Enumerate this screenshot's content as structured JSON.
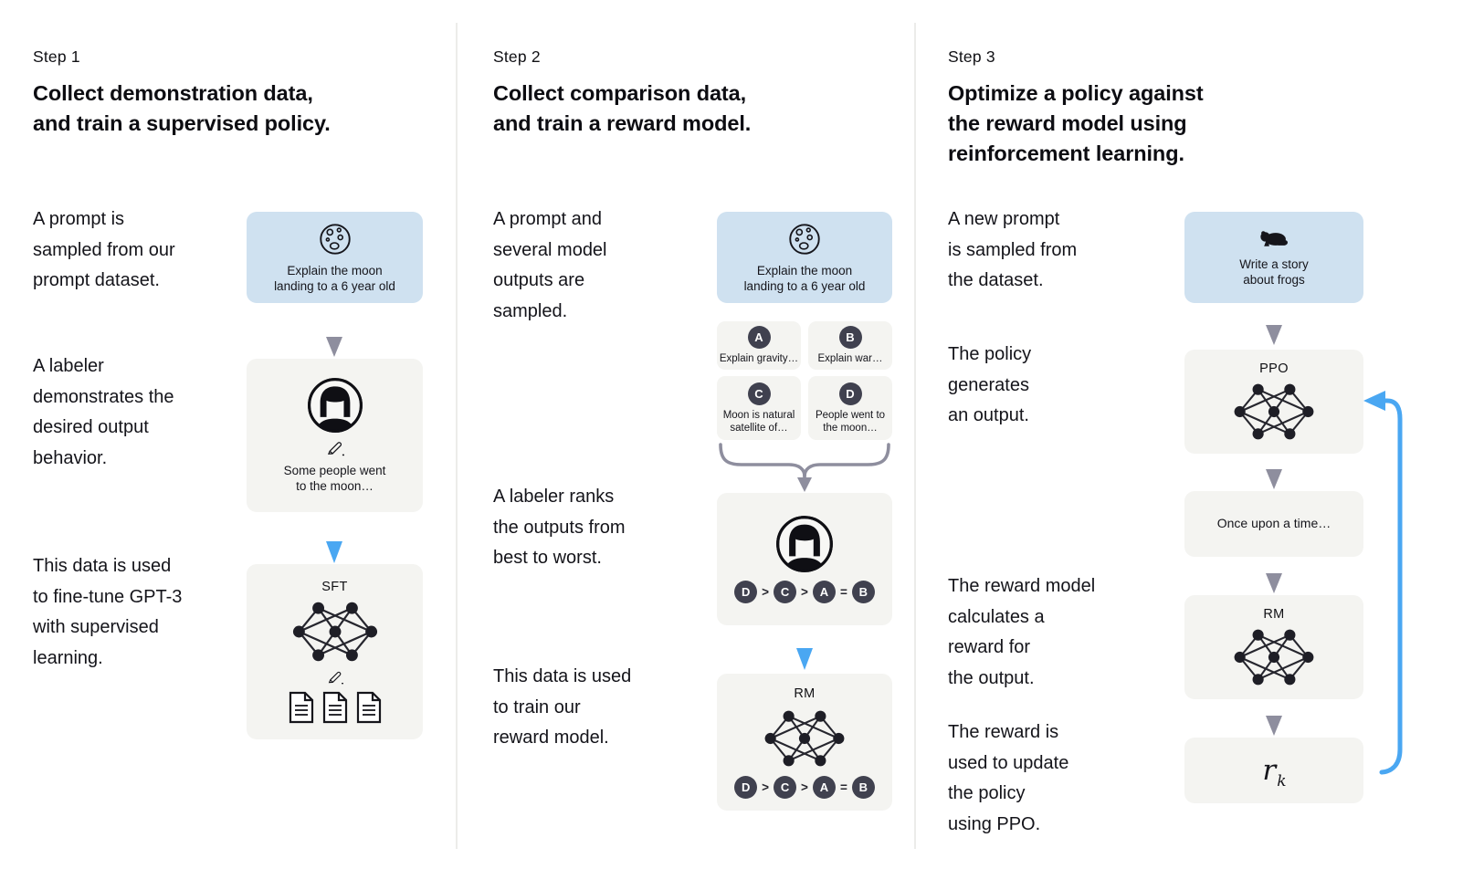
{
  "figure_title": "Three-step RLHF training process diagram",
  "colors": {
    "background": "#ffffff",
    "prompt_card_bg": "#cfe1f0",
    "card_bg": "#f4f4f1",
    "gray_arrow": "#8e8e9e",
    "blue_arrow": "#4aa7f2",
    "badge_bg": "#40414f",
    "badge_text": "#ffffff",
    "text": "#15151b",
    "divider": "#ececea"
  },
  "icons": {
    "moon": "moon-icon",
    "frog": "frog-icon",
    "labeler_avatar": "labeler-avatar-icon",
    "pencil": "pencil-icon",
    "neural_network": "neural-network-icon",
    "documents": "document-icon",
    "down_arrow_gray": "down-arrow-gray",
    "down_arrow_blue": "down-arrow-blue",
    "brace": "converge-brace",
    "feedback_loop": "feedback-loop-arrow"
  },
  "step1": {
    "label": "Step 1",
    "title": "Collect demonstration data,\nand train a supervised policy.",
    "caption_prompt": "A prompt is\nsampled from our\nprompt dataset.",
    "caption_labeler": "A labeler\ndemonstrates the\ndesired output\nbehavior.",
    "caption_finetune": "This data is used\nto fine-tune GPT-3\nwith supervised\nlearning.",
    "prompt_card_text": "Explain the moon\nlanding to a 6 year old",
    "labeler_card_text": "Some people went\nto the moon…",
    "sft_label": "SFT"
  },
  "step2": {
    "label": "Step 2",
    "title": "Collect comparison data,\nand train a reward model.",
    "caption_sampled": "A prompt and\nseveral model\noutputs are\nsampled.",
    "caption_rank": "A labeler ranks\nthe outputs from\nbest to worst.",
    "caption_train": "This data is used\nto train our\nreward model.",
    "prompt_card_text": "Explain the moon\nlanding to a 6 year old",
    "answers": [
      {
        "badge": "A",
        "text": "Explain gravity…"
      },
      {
        "badge": "B",
        "text": "Explain war…"
      },
      {
        "badge": "C",
        "text": "Moon is natural\nsatellite of…"
      },
      {
        "badge": "D",
        "text": "People went to\nthe moon…"
      }
    ],
    "ranking_tokens": [
      "D",
      ">",
      "C",
      ">",
      "A",
      "=",
      "B"
    ],
    "rm_label": "RM"
  },
  "step3": {
    "label": "Step 3",
    "title": "Optimize a policy against\nthe reward model using\nreinforcement learning.",
    "caption_prompt": "A new prompt\nis sampled from\nthe dataset.",
    "caption_policy": "The policy\ngenerates\nan output.",
    "caption_reward": "The reward model\ncalculates a\nreward for\nthe output.",
    "caption_update": "The reward is\nused to update\nthe policy\nusing PPO.",
    "prompt_card_text": "Write a story\nabout frogs",
    "ppo_label": "PPO",
    "output_card_text": "Once upon a time…",
    "rm_label": "RM",
    "reward_symbol": "r",
    "reward_subscript": "k"
  }
}
